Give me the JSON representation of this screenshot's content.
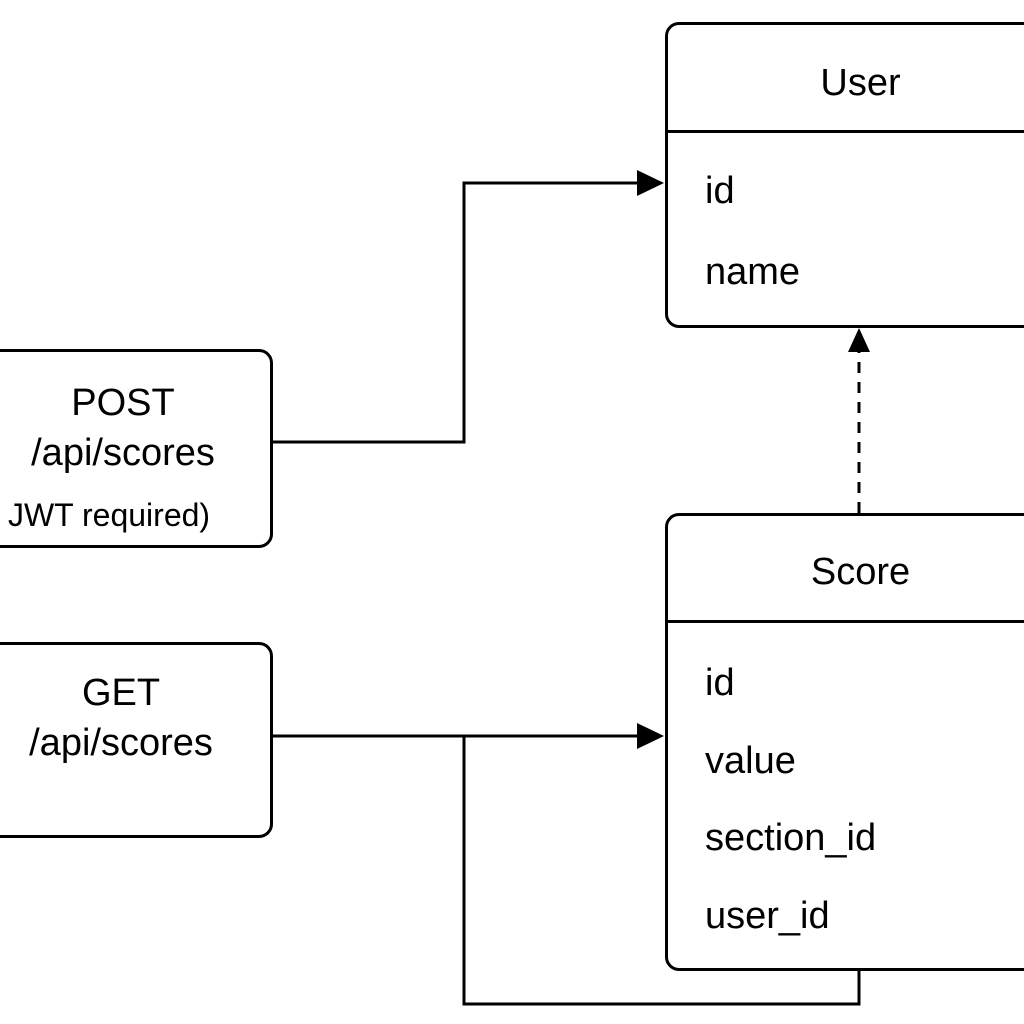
{
  "endpoints": {
    "post": {
      "method": "POST",
      "path": "/api/scores",
      "note": "JWT required)"
    },
    "get": {
      "method": "GET",
      "path": "/api/scores"
    }
  },
  "entities": {
    "user": {
      "title": "User",
      "fields": [
        "id",
        "name"
      ]
    },
    "score": {
      "title": "Score",
      "fields": [
        "id",
        "value",
        "section_id",
        "user_id"
      ]
    }
  },
  "connectors": [
    {
      "from": "POST /api/scores",
      "to": "User",
      "style": "solid-arrow"
    },
    {
      "from": "GET /api/scores",
      "to": "Score",
      "style": "solid-arrow"
    },
    {
      "from": "Score",
      "to": "User",
      "style": "dashed-arrow"
    },
    {
      "from": "Score",
      "to": "GET /api/scores",
      "style": "solid-line"
    }
  ]
}
